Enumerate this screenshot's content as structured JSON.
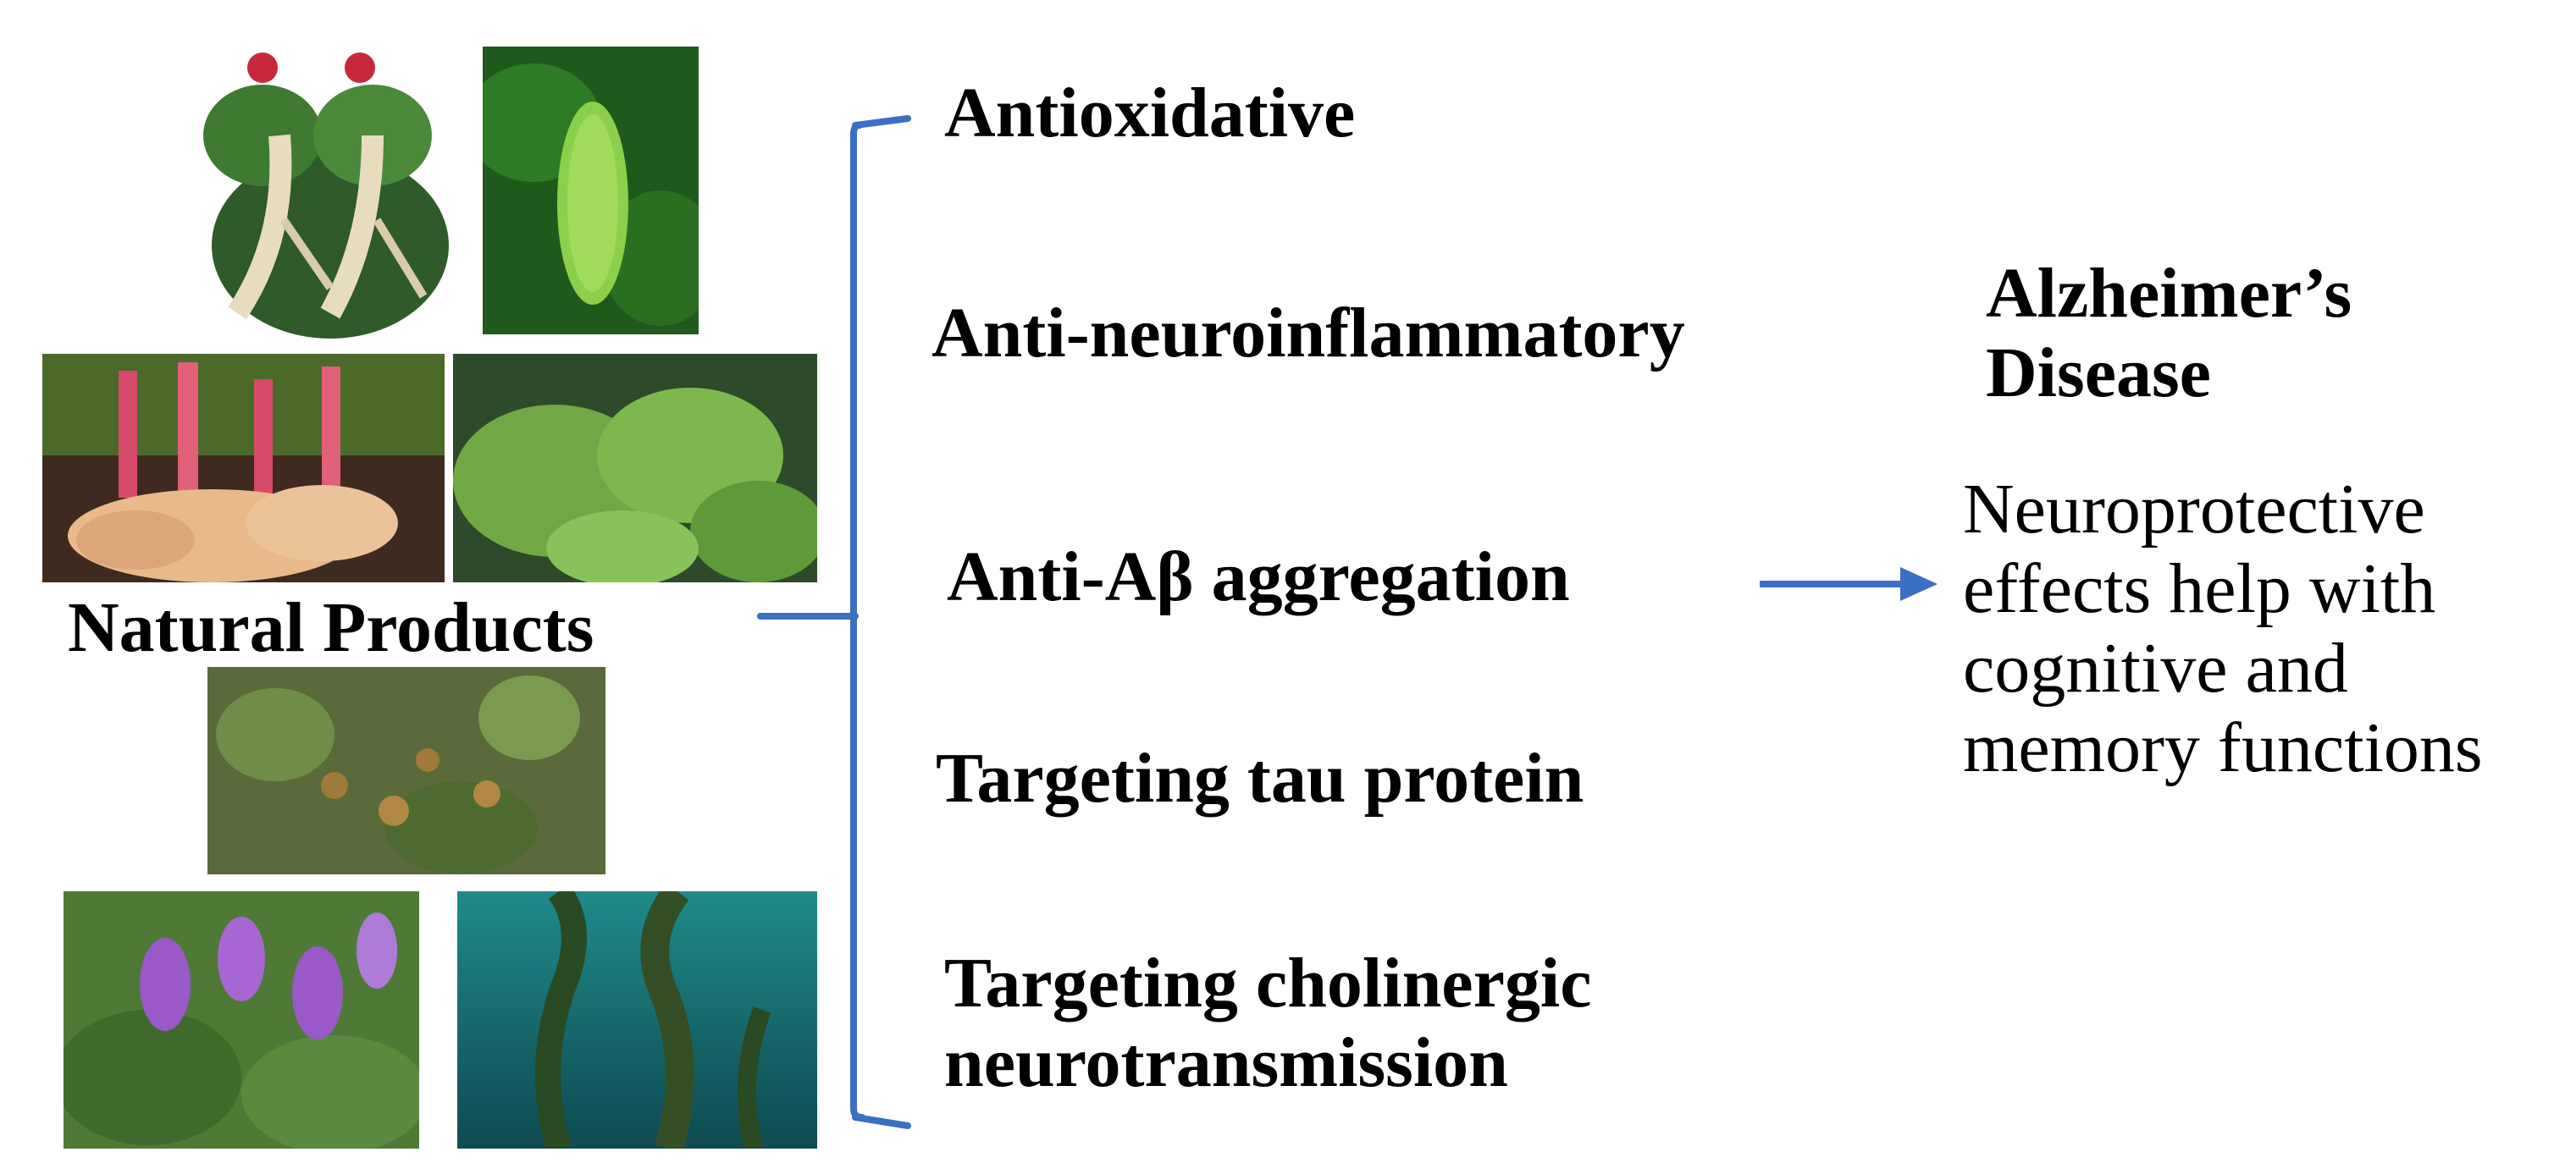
{
  "source_label": "Natural Products",
  "mechanisms": [
    "Antioxidative",
    "Anti-neuroinflammatory",
    "Anti-Aβ aggregation",
    "Targeting tau protein",
    "Targeting cholinergic neurotransmission"
  ],
  "outcome": {
    "title": "Alzheimer’s Disease",
    "description": "Neuroprotective effects help with cognitive and memory functions"
  },
  "colors": {
    "connector": "#3a6fc4",
    "text": "#000000"
  },
  "photos": [
    "ginseng-root",
    "bitter-melon",
    "galangal-rhizome",
    "ginkgo-leaves",
    "shrub-with-fruit",
    "purple-sage-flowers",
    "kelp-forest"
  ]
}
